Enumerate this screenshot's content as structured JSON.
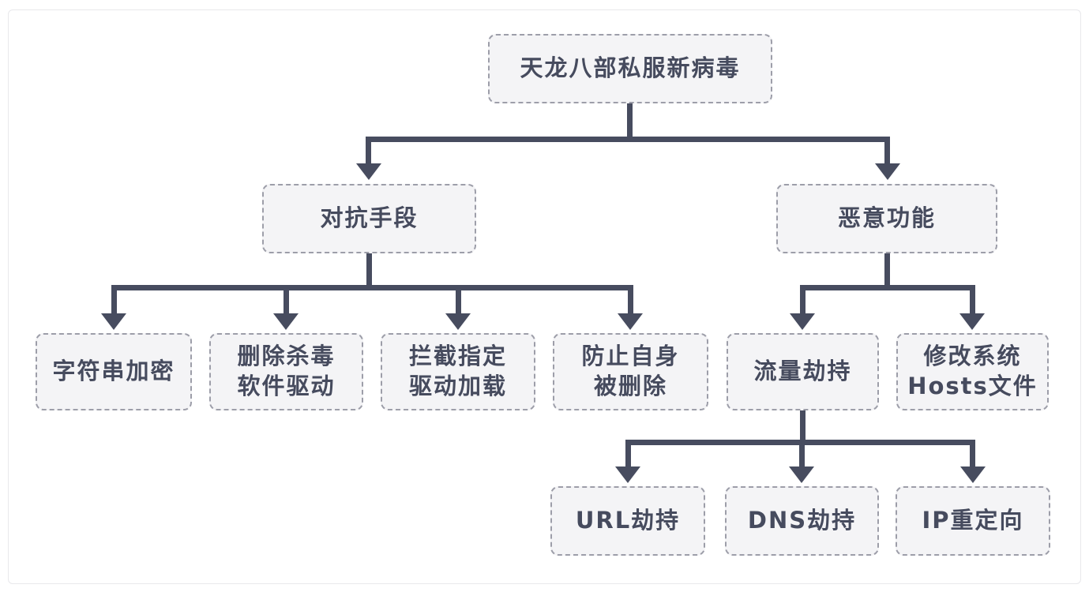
{
  "theme": {
    "canvas_bg": "#ffffff",
    "card_border": "#e8e8eb",
    "node_fill": "#f4f4f6",
    "node_border": "#9d9ea9",
    "line_color": "#474c5f",
    "text_color": "#464b5e"
  },
  "diagram": {
    "type": "tree",
    "nodes": {
      "root": {
        "label": "天龙八部私服新病毒"
      },
      "countermeasures": {
        "label": "对抗手段"
      },
      "string_encryption": {
        "label": "字符串加密"
      },
      "delete_av_driver": {
        "label": "删除杀毒\n软件驱动"
      },
      "block_driver_load": {
        "label": "拦截指定\n驱动加载"
      },
      "prevent_self_delete": {
        "label": "防止自身\n被删除"
      },
      "malicious_functions": {
        "label": "恶意功能"
      },
      "traffic_hijack": {
        "label": "流量劫持"
      },
      "modify_hosts": {
        "label": "修改系统\nHosts文件"
      },
      "url_hijack": {
        "label": "URL劫持"
      },
      "dns_hijack": {
        "label": "DNS劫持"
      },
      "ip_redirect": {
        "label": "IP重定向"
      }
    },
    "edges": [
      [
        "root",
        "countermeasures"
      ],
      [
        "root",
        "malicious_functions"
      ],
      [
        "countermeasures",
        "string_encryption"
      ],
      [
        "countermeasures",
        "delete_av_driver"
      ],
      [
        "countermeasures",
        "block_driver_load"
      ],
      [
        "countermeasures",
        "prevent_self_delete"
      ],
      [
        "malicious_functions",
        "traffic_hijack"
      ],
      [
        "malicious_functions",
        "modify_hosts"
      ],
      [
        "traffic_hijack",
        "url_hijack"
      ],
      [
        "traffic_hijack",
        "dns_hijack"
      ],
      [
        "traffic_hijack",
        "ip_redirect"
      ]
    ]
  }
}
